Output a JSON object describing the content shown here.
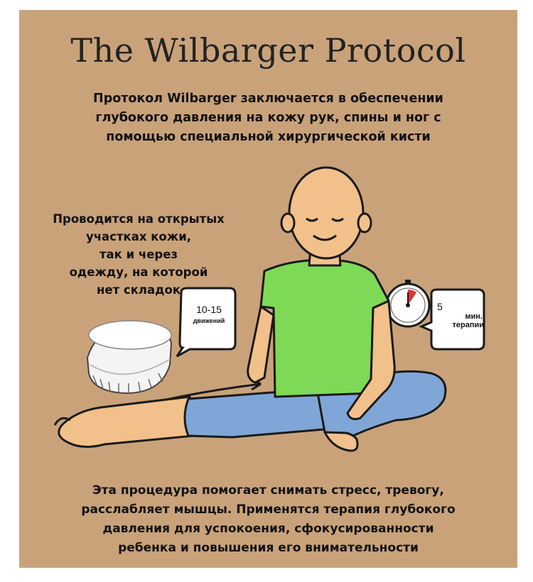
{
  "title": "The Wilbarger Protocol",
  "intro": {
    "lines": [
      "Протокол Wilbarger заключается в обеспечении",
      "глубокого давления на кожу рук, спины и ног с",
      "помощью специальной хирургической кисти"
    ]
  },
  "side_note": {
    "lines": [
      "Проводится на открытых",
      "участках кожи,",
      "так и через",
      "одежду, на которой",
      "нет складок"
    ]
  },
  "brush_bubble": {
    "count": "10-15",
    "unit": "движений"
  },
  "timer_bubble": {
    "count": "5",
    "line1": "мин.",
    "line2": "терапии"
  },
  "bottom": {
    "lines": [
      "Эта процедура помогает снимать стресс, тревогу,",
      "расслабляет мышцы. Применятся терапия глубокого",
      "давления для успокоения, сфокусированности",
      "ребенка  и повышения его внимательности"
    ]
  },
  "colors": {
    "background": "#c9a27a",
    "skin": "#f2c08a",
    "shirt": "#7ed957",
    "pants": "#7fa6d6",
    "outline": "#1a1a1a"
  },
  "icons": [
    "surgical-brush-icon",
    "timer-icon",
    "child-figure-illustration",
    "double-arrow-icon"
  ]
}
